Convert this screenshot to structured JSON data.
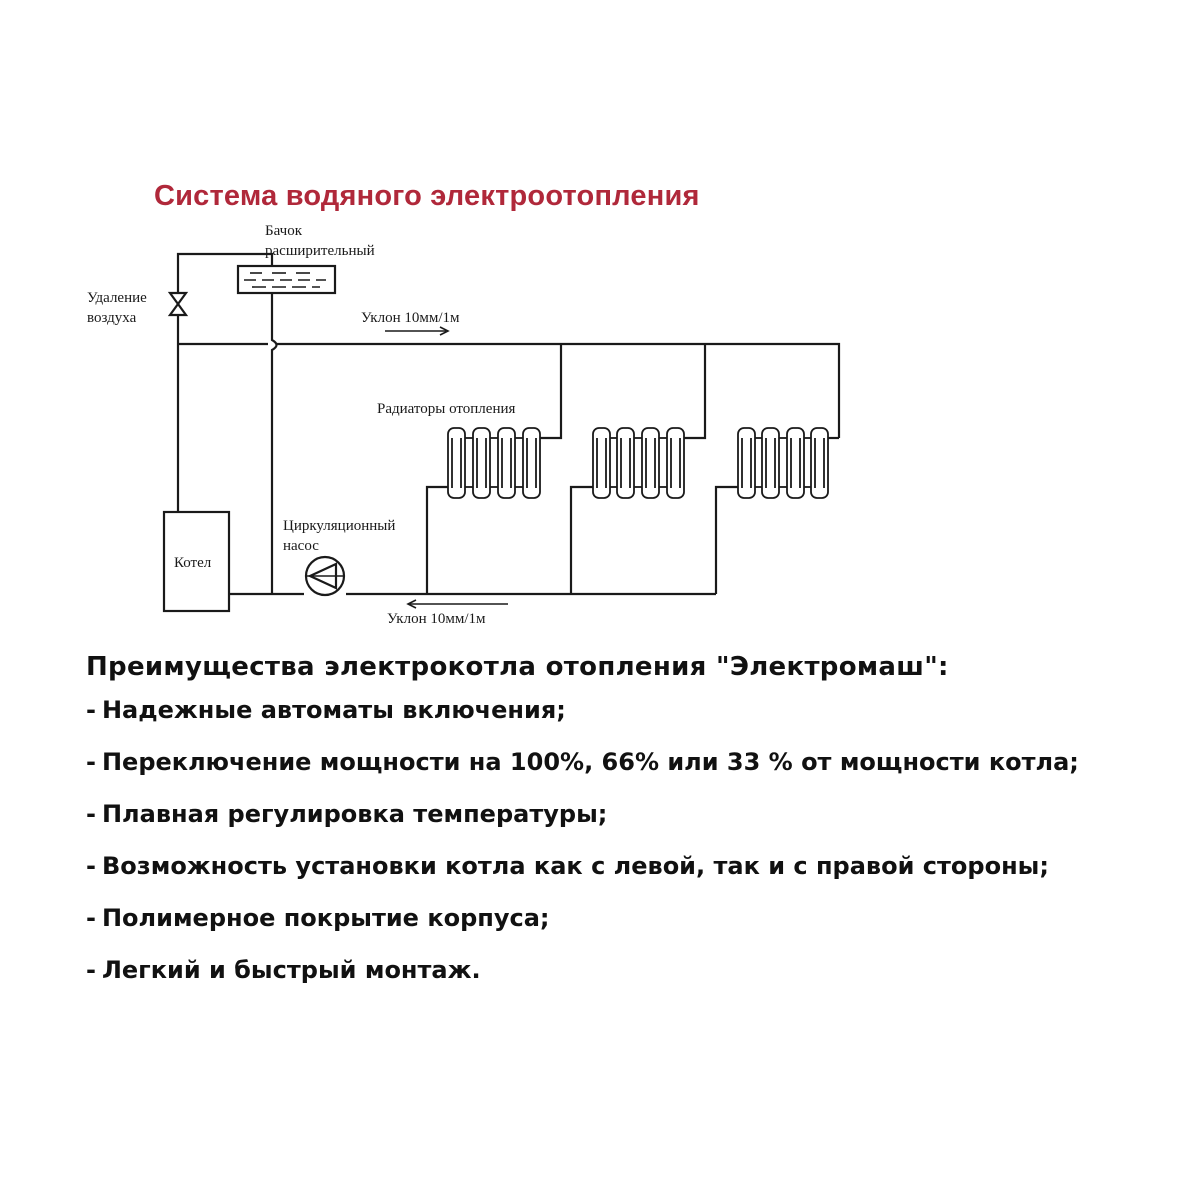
{
  "diagram": {
    "title": "Система водяного электроотопления",
    "title_color": "#b0283a",
    "line_color": "#1a1a1a",
    "labels": {
      "tank_line1": "Бачок",
      "tank_line2": "расширительный",
      "air_line1": "Удаление",
      "air_line2": "воздуха",
      "slope_top": "Уклон 10мм/1м",
      "radiators": "Радиаторы отопления",
      "pump_line1": "Циркуляционный",
      "pump_line2": "насос",
      "boiler": "Котел",
      "slope_bottom": "Уклон 10мм/1м"
    }
  },
  "benefits": {
    "heading": "Преимущества электрокотла отопления \"Электромаш\":",
    "items": [
      "Надежные автоматы включения;",
      "Переключение мощности на 100%, 66% или 33 % от мощности котла;",
      "Плавная регулировка температуры;",
      "Возможность установки котла как с левой, так и с правой стороны;",
      "Полимерное покрытие корпуса;",
      "Легкий и быстрый монтаж."
    ]
  }
}
